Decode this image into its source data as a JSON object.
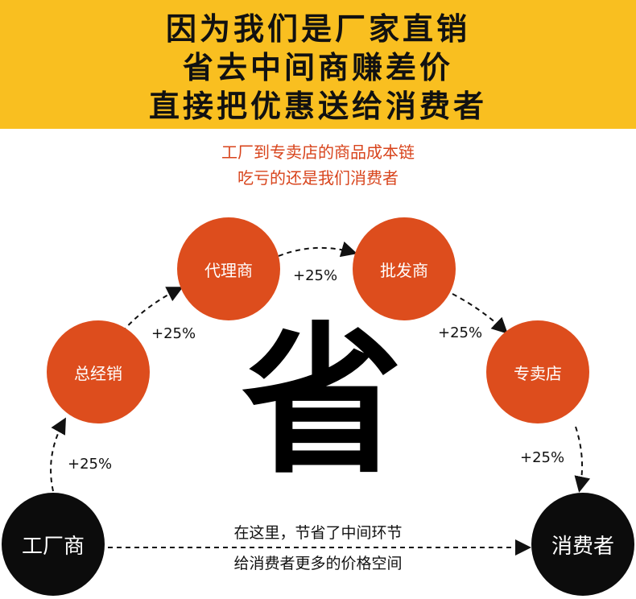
{
  "banner": {
    "background": "#f9bf20",
    "lines": [
      "因为我们是厂家直销",
      "省去中间商赚差价",
      "直接把优惠送给消费者"
    ]
  },
  "subtitle": {
    "color": "#d8441c",
    "lines": [
      "工厂到专卖店的商品成本链",
      "吃亏的还是我们消费者"
    ]
  },
  "chain": {
    "nodes": {
      "factory": "工厂商",
      "general": "总经销",
      "agent": "代理商",
      "wholesale": "批发商",
      "store": "专卖店",
      "consumer": "消费者"
    },
    "markups": [
      "+25%",
      "+25%",
      "+25%",
      "+25%",
      "+25%"
    ]
  },
  "center_char": "省",
  "bottom_note": [
    "在这里，节省了中间环节",
    "给消费者更多的价格空间"
  ],
  "colors": {
    "node_orange": "#dd4d1d",
    "node_black": "#0c0c0c"
  }
}
